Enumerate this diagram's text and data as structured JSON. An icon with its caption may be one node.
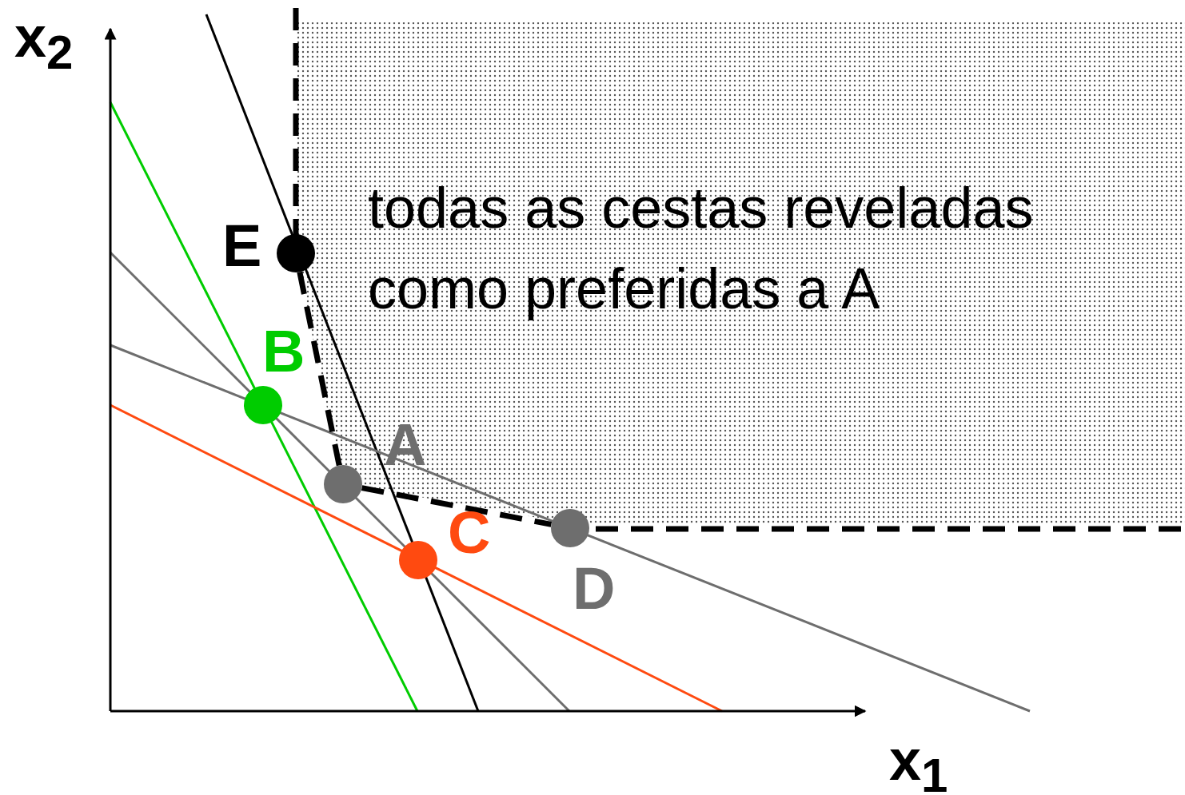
{
  "diagram": {
    "nodes": [
      {
        "text": [
          "todas as cestas reveladas como preferidas a A"
        ]
      },
      {
        "text": [],
        "shape": "circle",
        "beside": [
          "E"
        ]
      },
      {
        "text": [],
        "shape": "circle",
        "beside": [
          "B"
        ]
      },
      {
        "text": [],
        "shape": "circle",
        "beside": [
          "A"
        ]
      },
      {
        "text": [],
        "shape": "circle",
        "beside": [
          "C"
        ]
      },
      {
        "text": [],
        "shape": "circle",
        "beside": [
          "D"
        ]
      }
    ],
    "edges": [
      {
        "from": 1,
        "to": 3,
        "arrow": "none",
        "style": "dashed"
      },
      {
        "from": 3,
        "to": 5,
        "arrow": "none",
        "style": "dashed"
      }
    ],
    "labels": [
      "x$_{2}$",
      "x$_{1}$"
    ]
  }
}
